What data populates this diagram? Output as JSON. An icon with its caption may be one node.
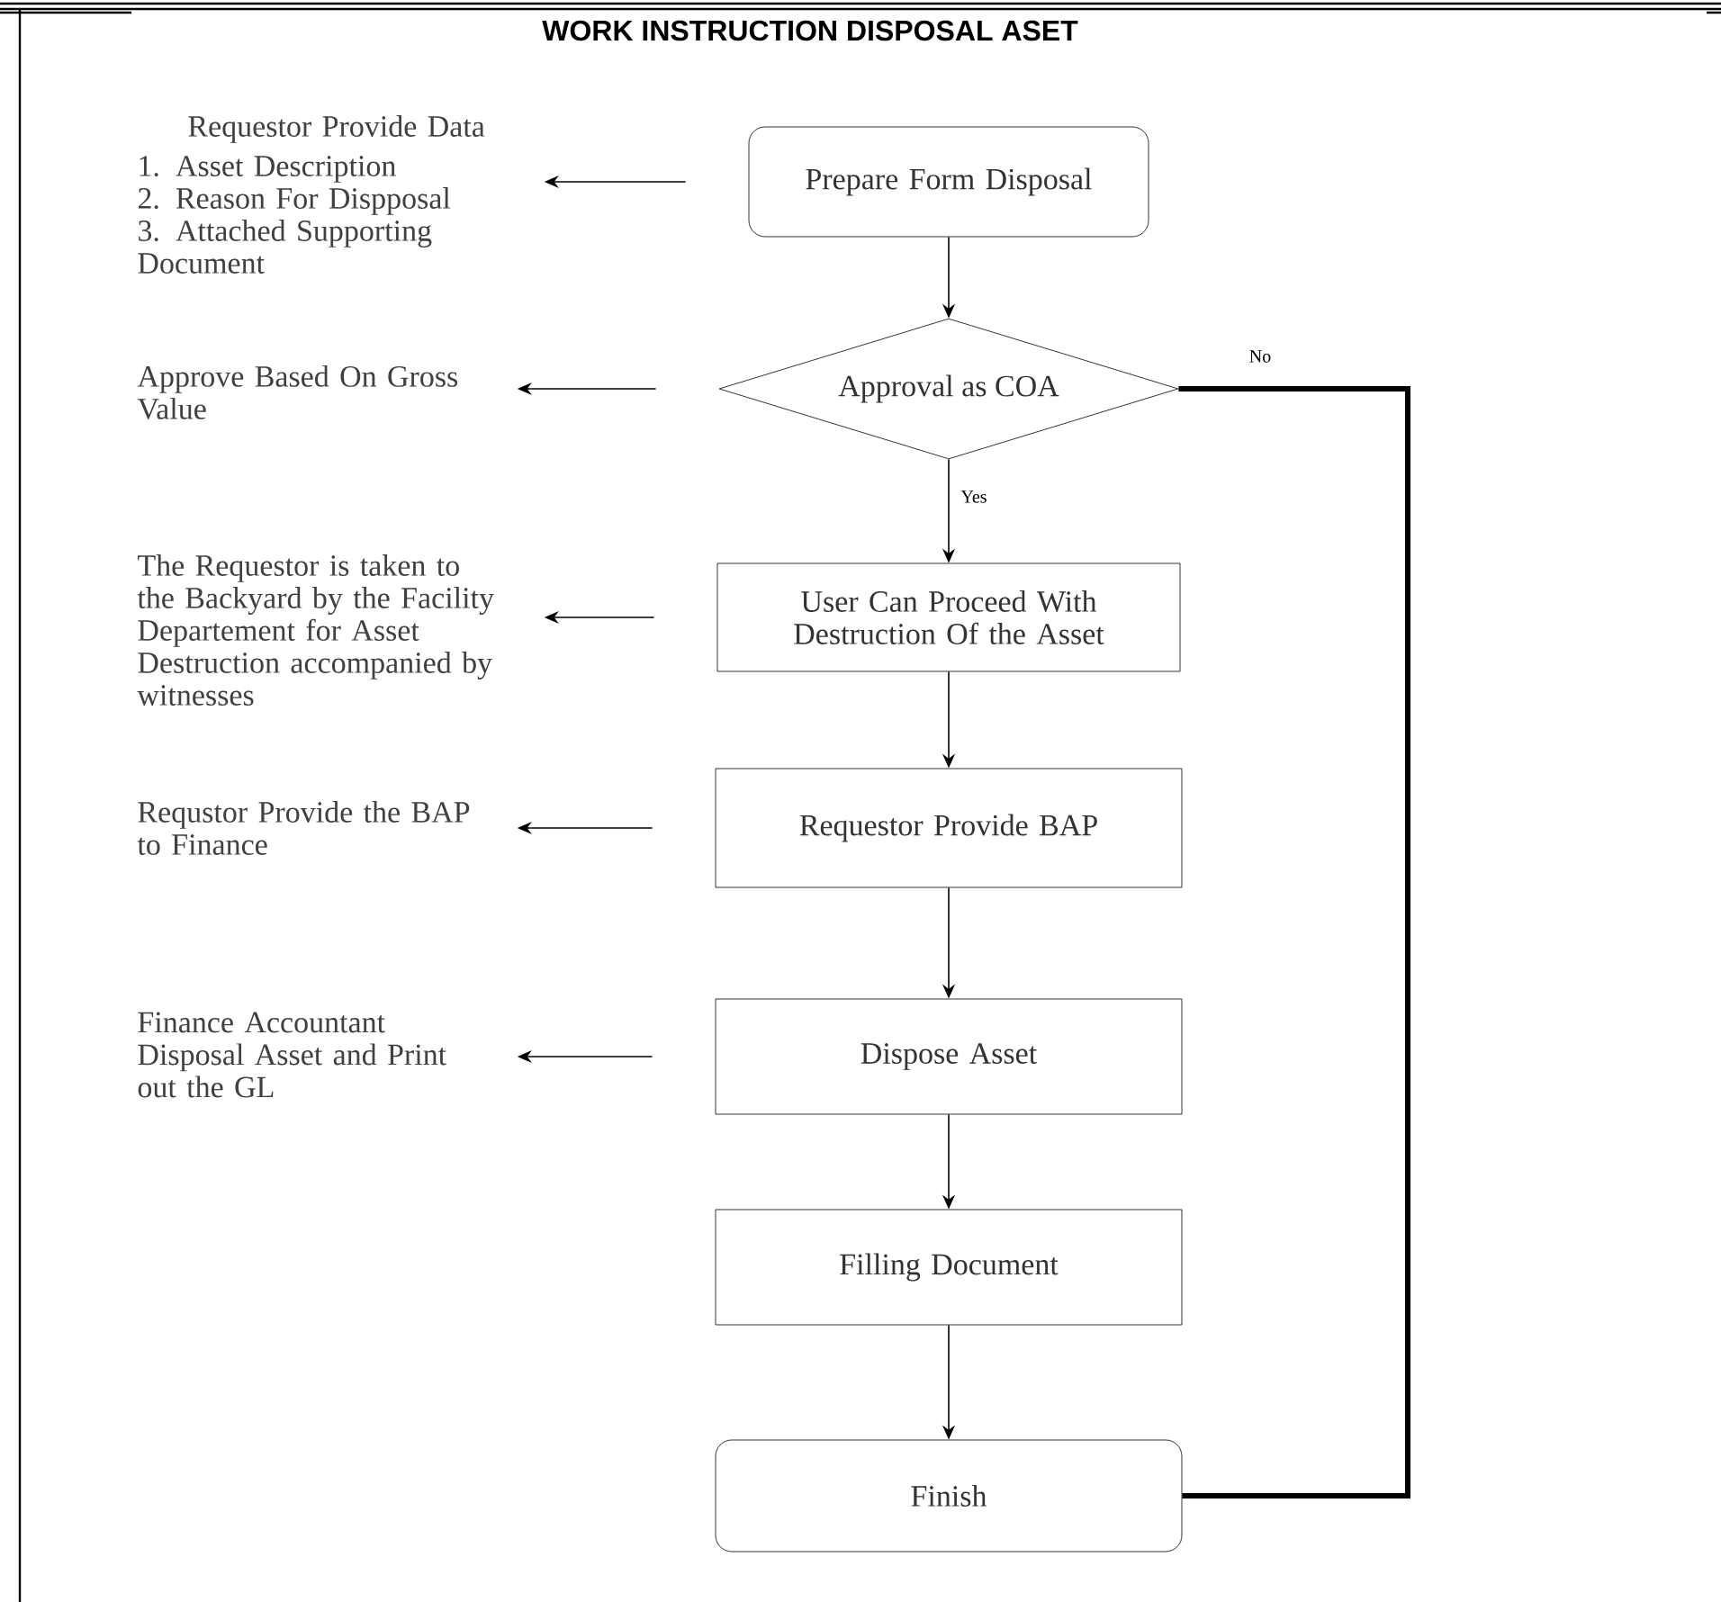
{
  "diagram": {
    "title": "WORK INSTRUCTION DISPOSAL ASET",
    "nodes": [
      {
        "text": [
          "Requestor Provide Data",
          "1. Asset Description",
          "2. Reason For Dispposal",
          "3. Attached Supporting Document"
        ]
      },
      {
        "text": [
          "Prepare Form Disposal"
        ]
      },
      {
        "text": [
          "Approve Based On Gross Value"
        ]
      },
      {
        "text": [
          "Approval as COA"
        ]
      },
      {
        "text": [
          "The Requestor is taken to the Backyard by the Facility Departement for Asset Destruction accompanied by witnesses"
        ]
      },
      {
        "text": [
          "User  Can Proceed With Destruction Of the Asset"
        ]
      },
      {
        "text": [
          "Requstor  Provide the BAP to Finance"
        ]
      },
      {
        "text": [
          "Requestor Provide BAP"
        ]
      },
      {
        "text": [
          "Finance Accountant Disposal Asset and Print out the GL"
        ]
      },
      {
        "text": [
          "Dispose Asset"
        ]
      },
      {
        "text": [
          "Filling  Document"
        ]
      },
      {
        "text": [
          "Finish"
        ]
      }
    ],
    "edges": [
      {
        "from": 1,
        "to": 0,
        "arrow": "to"
      },
      {
        "from": 1,
        "to": 3,
        "arrow": "to"
      },
      {
        "from": 3,
        "to": 2,
        "arrow": "to"
      },
      {
        "from": 3,
        "to": 11,
        "arrow": "none",
        "label": "No",
        "style": "thick"
      },
      {
        "from": 3,
        "to": 5,
        "arrow": "to",
        "label": "Yes"
      },
      {
        "from": 5,
        "to": 4,
        "arrow": "to"
      },
      {
        "from": 5,
        "to": 7,
        "arrow": "to"
      },
      {
        "from": 7,
        "to": 6,
        "arrow": "to"
      },
      {
        "from": 7,
        "to": 9,
        "arrow": "to"
      },
      {
        "from": 9,
        "to": 8,
        "arrow": "to"
      },
      {
        "from": 9,
        "to": 10,
        "arrow": "to"
      },
      {
        "from": 10,
        "to": 11,
        "arrow": "to"
      }
    ]
  }
}
